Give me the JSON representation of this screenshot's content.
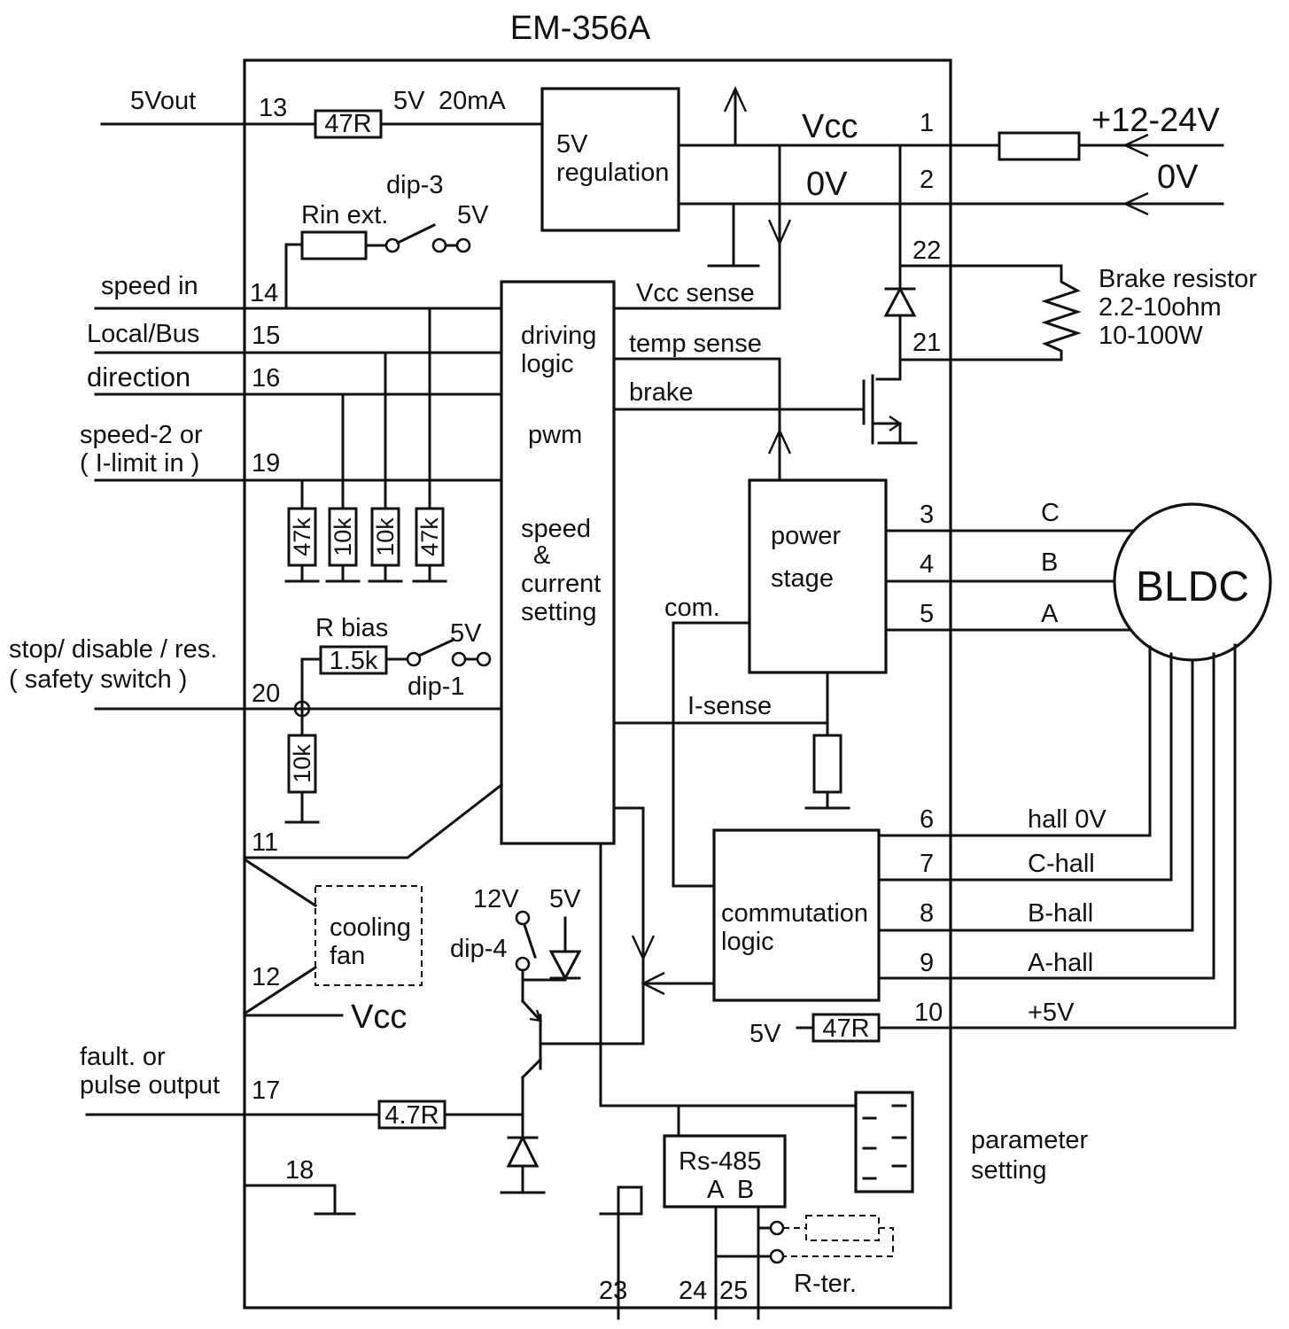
{
  "title": "EM-356A",
  "blocks": {
    "regulation_line1": "5V",
    "regulation_line2": "regulation",
    "driving_logic_line1": "driving",
    "driving_logic_line2": "logic",
    "pwm": "pwm",
    "speed_line1": "speed",
    "speed_line2": "&",
    "speed_line3": "current",
    "speed_line4": "setting",
    "power_line1": "power",
    "power_line2": "stage",
    "commutation_line1": "commutation",
    "commutation_line2": "logic",
    "cooling_line1": "cooling",
    "cooling_line2": "fan",
    "rs485_line1": "Rs-485",
    "rs485_line2": "A  B",
    "motor": "BLDC"
  },
  "pins": {
    "p1": "1",
    "p2": "2",
    "p3": "3",
    "p4": "4",
    "p5": "5",
    "p6": "6",
    "p7": "7",
    "p8": "8",
    "p9": "9",
    "p10": "10",
    "p11": "11",
    "p12": "12",
    "p13": "13",
    "p14": "14",
    "p15": "15",
    "p16": "16",
    "p17": "17",
    "p18": "18",
    "p19": "19",
    "p20": "20",
    "p21": "21",
    "p22": "22",
    "p23": "23",
    "p24": "24",
    "p25": "25"
  },
  "external_labels": {
    "out5v": "5Vout",
    "speed_in": "speed in",
    "local_bus": "Local/Bus",
    "direction": "direction",
    "speed2_line1": "speed-2 or",
    "speed2_line2": "( I-limit in )",
    "stop_line1": "stop/ disable / res.",
    "stop_line2": "( safety switch )",
    "fault_line1": "fault. or",
    "fault_line2": "pulse output",
    "supply": "+12-24V",
    "zero_v_ext": "0V",
    "brake_line1": "Brake resistor",
    "brake_line2": "2.2-10ohm",
    "brake_line3": "10-100W",
    "phase_c": "C",
    "phase_b": "B",
    "phase_a": "A",
    "hall_0v": "hall 0V",
    "c_hall": "C-hall",
    "b_hall": "B-hall",
    "a_hall": "A-hall",
    "plus5v": "+5V",
    "param_line1": "parameter",
    "param_line2": "setting"
  },
  "internal_labels": {
    "v5_top": "5V",
    "ma20": "20mA",
    "vcc": "Vcc",
    "zero_v": "0V",
    "dip3": "dip-3",
    "rin_ext": "Rin ext.",
    "v5_dip3": "5V",
    "vcc_sense": "Vcc sense",
    "temp_sense": "temp sense",
    "brake": "brake",
    "r_bias": "R bias",
    "v5_dip1": "5V",
    "dip1": "dip-1",
    "com": "com.",
    "i_sense": "I-sense",
    "v12": "12V",
    "v5_dip4": "5V",
    "dip4": "dip-4",
    "vcc_fan": "Vcc",
    "v5_hall": "5V",
    "r_ter": "R-ter."
  },
  "resistors": {
    "r47r_top": "47R",
    "r47k_a": "47k",
    "r10k_a": "10k",
    "r10k_b": "10k",
    "r47k_b": "47k",
    "r1k5": "1.5k",
    "r10k_c": "10k",
    "r47r_hall": "47R",
    "r4r7": "4.7R"
  }
}
